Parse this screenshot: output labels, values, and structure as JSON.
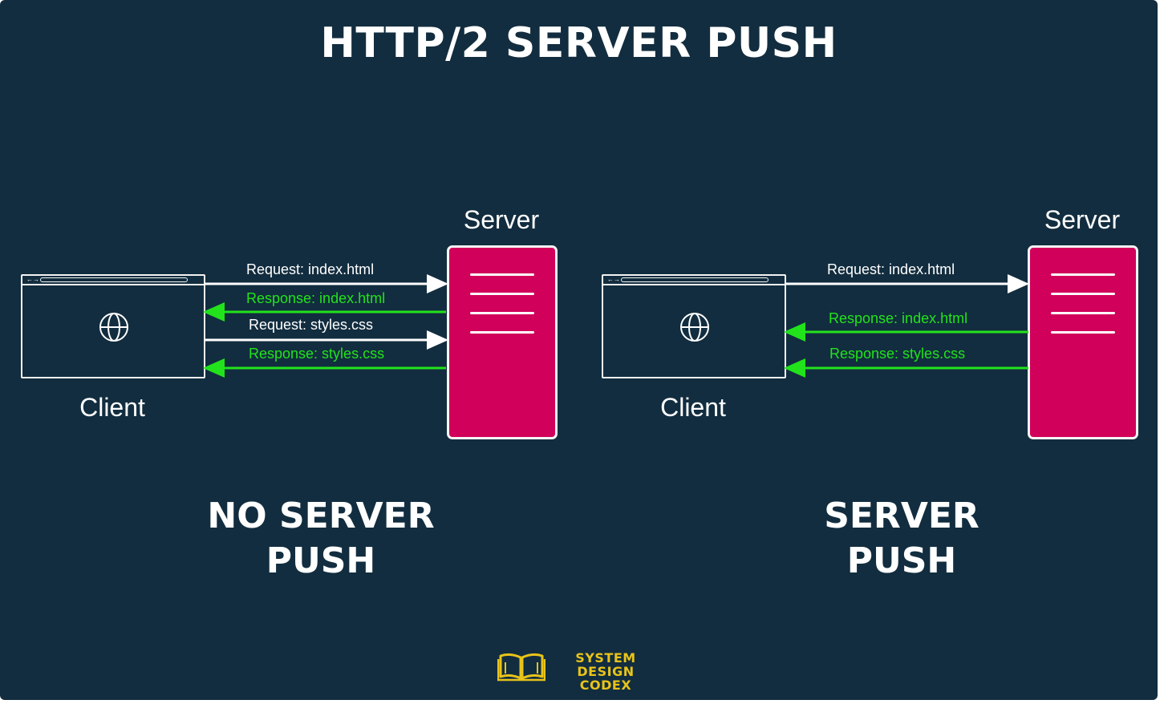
{
  "title": "HTTP/2 SERVER PUSH",
  "colors": {
    "background": "#122d3f",
    "server": "#d1005a",
    "response_arrow": "#22e31b",
    "request_arrow": "#ffffff",
    "logo": "#e8c31a"
  },
  "panels": [
    {
      "client_label": "Client",
      "server_label": "Server",
      "caption_line1": "NO SERVER",
      "caption_line2": "PUSH",
      "messages": [
        {
          "text": "Request: index.html",
          "kind": "request"
        },
        {
          "text": "Response: index.html",
          "kind": "response"
        },
        {
          "text": "Request: styles.css",
          "kind": "request"
        },
        {
          "text": "Response: styles.css",
          "kind": "response"
        }
      ]
    },
    {
      "client_label": "Client",
      "server_label": "Server",
      "caption_line1": "SERVER",
      "caption_line2": "PUSH",
      "messages": [
        {
          "text": "Request: index.html",
          "kind": "request"
        },
        {
          "text": "Response: index.html",
          "kind": "response"
        },
        {
          "text": "Response: styles.css",
          "kind": "response"
        }
      ]
    }
  ],
  "logo": {
    "line1": "SYSTEM DESIGN",
    "line2": "CODEX",
    "icon": "open-book-icon"
  }
}
